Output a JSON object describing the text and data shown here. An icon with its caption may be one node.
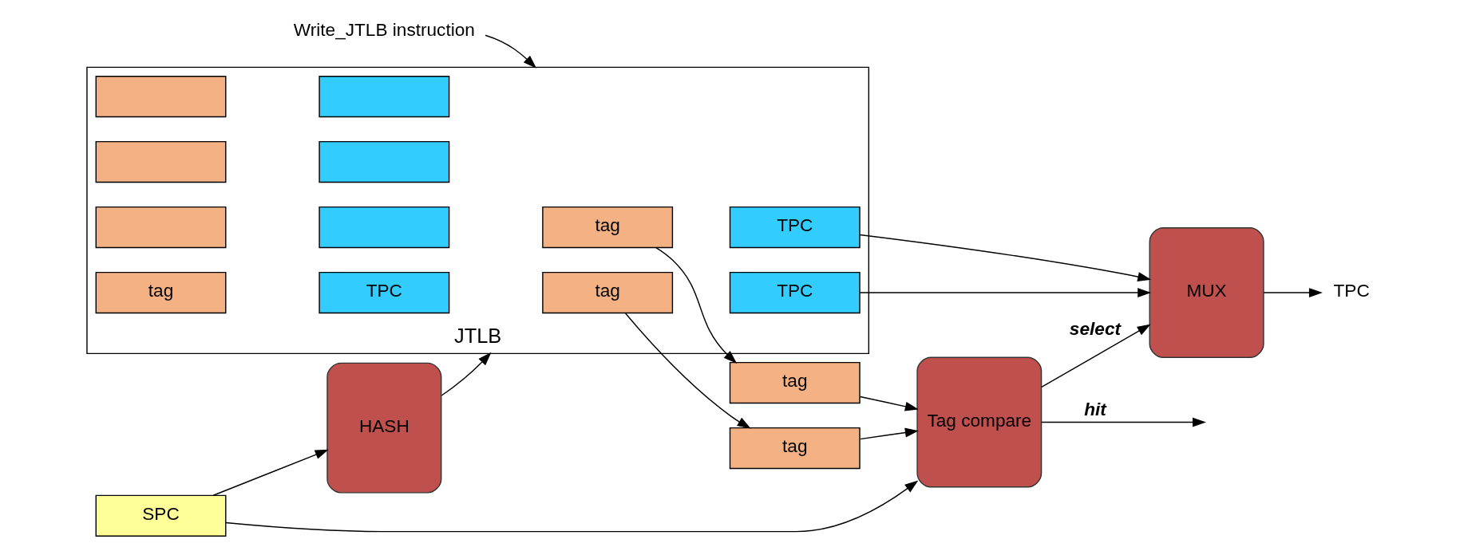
{
  "diagram": {
    "nodes": [
      {
        "text": [
          "SPC"
        ]
      },
      {
        "text": [
          "HASH"
        ]
      },
      {
        "text": [
          "JTLB"
        ]
      },
      {
        "text": [
          "tag"
        ],
        "in": 2
      },
      {
        "text": [
          "TPC"
        ],
        "in": 2
      },
      {
        "text": [
          "tag"
        ],
        "in": 2
      },
      {
        "text": [
          "TPC"
        ],
        "in": 2
      },
      {
        "text": [],
        "shape": "box",
        "in": 2
      },
      {
        "text": [],
        "shape": "box",
        "in": 2
      },
      {
        "text": [],
        "shape": "box",
        "in": 2
      },
      {
        "text": [],
        "shape": "box",
        "in": 2
      },
      {
        "text": [],
        "shape": "box",
        "in": 2
      },
      {
        "text": [],
        "shape": "box",
        "in": 2
      },
      {
        "text": [
          "tag"
        ],
        "in": 2
      },
      {
        "text": [
          "TPC"
        ],
        "in": 2
      },
      {
        "text": [
          "tag"
        ]
      },
      {
        "text": [
          "tag"
        ]
      },
      {
        "text": [
          "Tag compare"
        ]
      },
      {
        "text": [
          "MUX"
        ]
      },
      {
        "text": [
          "TPC"
        ]
      },
      {
        "text": [
          "Write_JTLB instruction"
        ]
      }
    ],
    "edges": [
      {
        "from": 0,
        "to": 1,
        "arrow": "to"
      },
      {
        "from": 0,
        "to": 17,
        "arrow": "to"
      },
      {
        "from": 1,
        "to": 2,
        "arrow": "to"
      },
      {
        "from": 20,
        "to": 2,
        "arrow": "to"
      },
      {
        "from": 3,
        "to": 15,
        "arrow": "to"
      },
      {
        "from": 5,
        "to": 16,
        "arrow": "to"
      },
      {
        "from": 4,
        "to": 18,
        "arrow": "to"
      },
      {
        "from": 6,
        "to": 18,
        "arrow": "to"
      },
      {
        "from": 15,
        "to": 17,
        "arrow": "to"
      },
      {
        "from": 16,
        "to": 17,
        "arrow": "to"
      },
      {
        "from": 17,
        "to": 18,
        "arrow": "to",
        "label": "select"
      },
      {
        "from": 17,
        "to": null,
        "arrow": "to",
        "label": "hit"
      },
      {
        "from": 18,
        "to": 19,
        "arrow": "to"
      }
    ]
  }
}
